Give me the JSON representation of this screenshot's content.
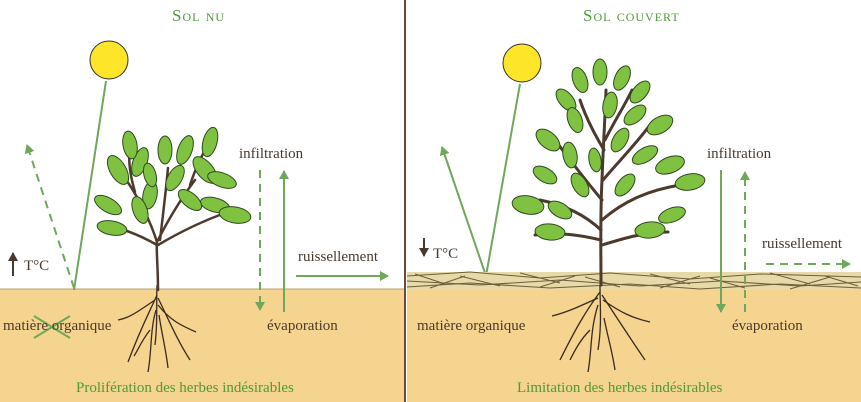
{
  "left_panel": {
    "title": "Sol nu",
    "temperature_label": "T°C",
    "infiltration_label": "infiltration",
    "runoff_label": "ruissellement",
    "organic_matter_label": "matière organique",
    "evaporation_label": "évaporation",
    "caption": "Prolifération des herbes indésirables"
  },
  "right_panel": {
    "title": "Sol couvert",
    "temperature_label": "T°C",
    "infiltration_label": "infiltration",
    "runoff_label": "ruissellement",
    "organic_matter_label": "matière organique",
    "evaporation_label": "évaporation",
    "caption": "Limitation des herbes indésirables"
  },
  "colors": {
    "soil": "#f4d48e",
    "sun": "#fde52a",
    "arrow_green": "#6ea85a",
    "leaf_green": "#7fc241",
    "divider": "#6b4a36",
    "text_brown": "#4a3a2e",
    "title_green": "#4e9a3a"
  },
  "icons": {
    "sun": "sun-icon",
    "plant": "plant-icon",
    "mulch": "mulch-layer",
    "roots": "roots-icon"
  }
}
